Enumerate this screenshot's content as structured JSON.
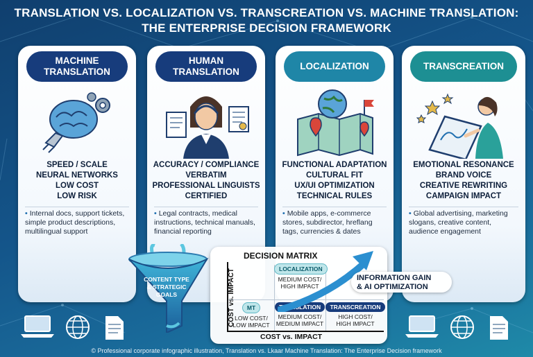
{
  "title": {
    "line1": "TRANSLATION VS. LOCALIZATION VS. TRANSCREATION VS. MACHINE TRANSLATION:",
    "line2": "THE ENTERPRISE DECISION FRAMEWORK"
  },
  "cards": [
    {
      "label_line1": "MACHINE",
      "label_line2": "TRANSLATION",
      "keywords": [
        "SPEED / SCALE",
        "NEURAL NETWORKS",
        "LOW COST",
        "LOW RISK"
      ],
      "use": "Internal docs, support tickets, simple product descriptions, multilingual support",
      "icon": "brain-robot-icon"
    },
    {
      "label_line1": "HUMAN",
      "label_line2": "TRANSLATION",
      "keywords": [
        "ACCURACY / COMPLIANCE",
        "VERBATIM",
        "PROFESSIONAL LINGUISTS",
        "CERTIFIED"
      ],
      "use": "Legal contracts, medical instructions, technical manuals, financial reporting",
      "icon": "translator-headset-icon"
    },
    {
      "label_line1": "LOCALIZATION",
      "label_line2": "",
      "keywords": [
        "FUNCTIONAL ADAPTATION",
        "CULTURAL FIT",
        "UX/UI OPTIMIZATION",
        "TECHNICAL RULES"
      ],
      "use": "Mobile apps, e-commerce stores, subdirector, hreflang tags, currencies & dates",
      "icon": "globe-map-icon"
    },
    {
      "label_line1": "TRANSCREATION",
      "label_line2": "",
      "keywords": [
        "EMOTIONAL RESONANCE",
        "BRAND VOICE",
        "CREATIVE REWRITING",
        "CAMPAIGN IMPACT"
      ],
      "use": "Global advertising, marketing slogans, creative content, audience engagement",
      "icon": "creative-tablet-icon"
    }
  ],
  "funnel": {
    "line1": "CONTENT TYPE",
    "line2": "& STRATEGIC",
    "line3": "GOALS"
  },
  "matrix": {
    "title": "DECISION MATRIX",
    "ylabel": "COST vs. IMPACT",
    "xlabel": "COST vs. IMPACT",
    "cells": {
      "localization": {
        "tag": "LOCALIZATION",
        "l1": "MEDIUM COST/",
        "l2": "HIGH IMPACT"
      },
      "mt": {
        "tag": "MT",
        "l1": "LOW COST/",
        "l2": "LOW IMPACT"
      },
      "translation": {
        "tag": "TRANSLATION",
        "l1": "MEDIUM COST/",
        "l2": "MEDIUM IMPACT"
      },
      "transcreation": {
        "tag": "TRANSCREATION",
        "l1": "HIGH COST/",
        "l2": "HIGH IMPACT"
      }
    }
  },
  "info_gain": {
    "line1": "INFORMATION GAIN",
    "line2": "& AI OPTIMIZATION"
  },
  "footer": "© Professional corporate infographic illustration,  Translation vs. Lkaar Machine Translation: The Enterprise Decision framework",
  "colors": {
    "navy": "#173c7c",
    "teal": "#1f86a7",
    "green_teal": "#1d8f93",
    "background": "#14558a"
  }
}
